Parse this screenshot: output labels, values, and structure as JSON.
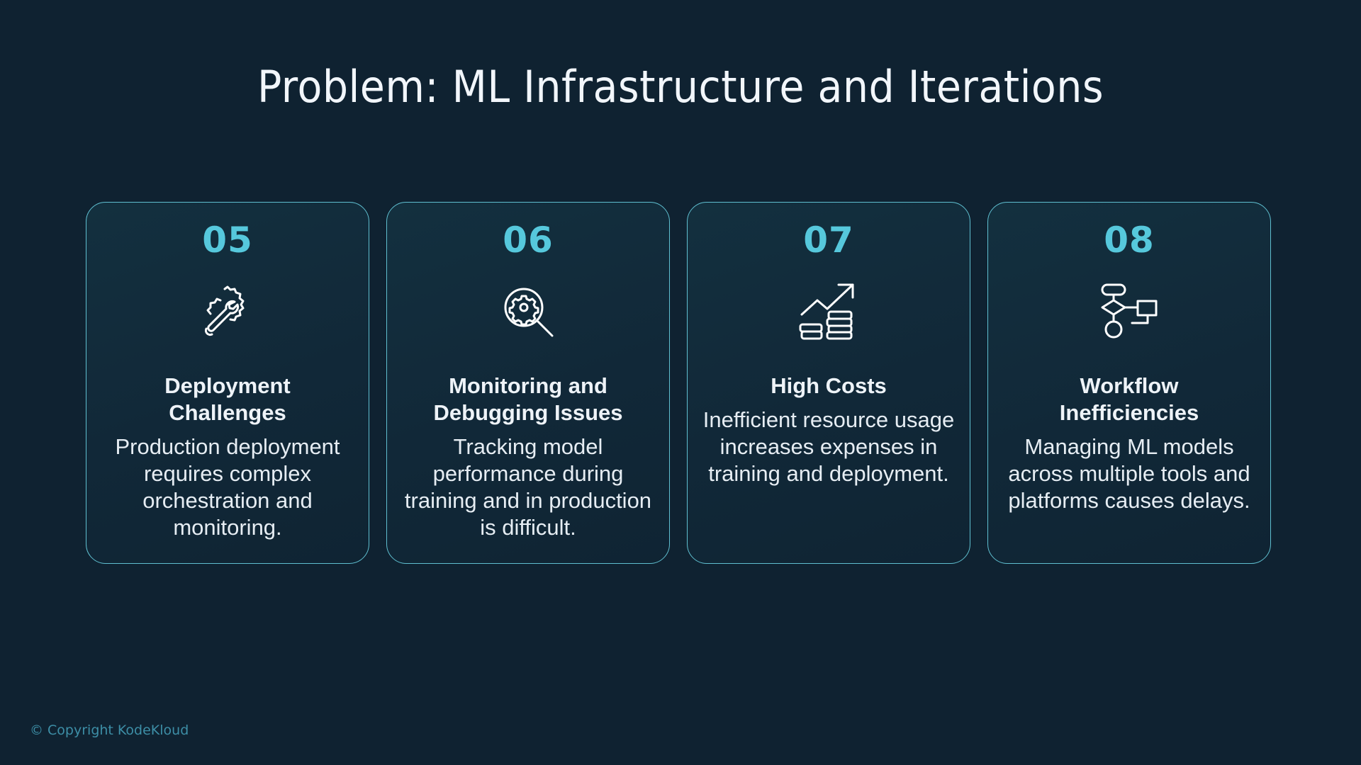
{
  "title": "Problem: ML Infrastructure and Iterations",
  "colors": {
    "accent": "#56c8dc",
    "border": "#5fbfd0",
    "background": "#0f2231",
    "footer": "#3d8ea6"
  },
  "cards": [
    {
      "number": "05",
      "icon": "gear-wrench-icon",
      "heading": "Deployment Challenges",
      "description": "Production deployment requires complex orchestration and monitoring."
    },
    {
      "number": "06",
      "icon": "gear-magnifier-icon",
      "heading": "Monitoring and Debugging Issues",
      "description": "Tracking model performance during training and in production is difficult."
    },
    {
      "number": "07",
      "icon": "rising-costs-icon",
      "heading": "High Costs",
      "description": "Inefficient resource usage increases expenses in training and deployment."
    },
    {
      "number": "08",
      "icon": "flowchart-icon",
      "heading": "Workflow Inefficiencies",
      "description": "Managing ML models across multiple tools and platforms causes delays."
    }
  ],
  "footer": {
    "copyright": "© Copyright KodeKloud"
  }
}
